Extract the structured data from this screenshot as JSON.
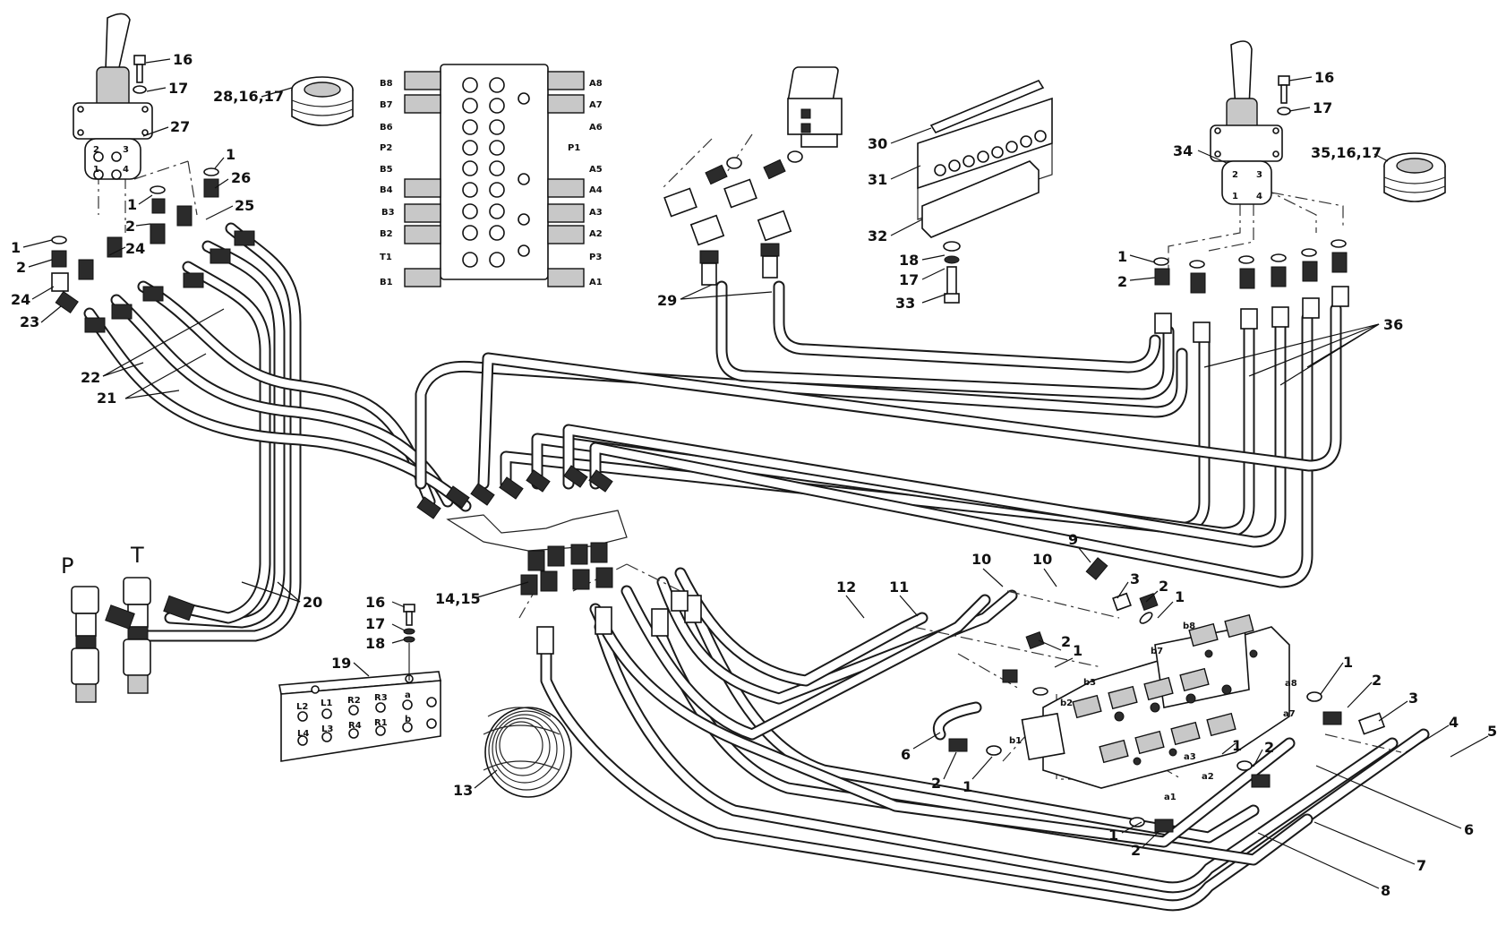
{
  "callouts": {
    "c16a": "16",
    "c17a": "17",
    "c28": "28,16,17",
    "c27": "27",
    "c1a": "1",
    "c26": "26",
    "c1b": "1",
    "c25": "25",
    "c2a": "2",
    "c1c": "1",
    "c2b": "2",
    "c24a": "24",
    "c24b": "24",
    "c23": "23",
    "c22": "22",
    "c21": "21",
    "c20": "20",
    "c29": "29",
    "c30": "30",
    "c31": "31",
    "c32": "32",
    "c18a": "18",
    "c17b": "17",
    "c33": "33",
    "c16b": "16",
    "c17c": "17",
    "c34": "34",
    "c35": "35,16,17",
    "c1d": "1",
    "c2c": "2",
    "c36": "36",
    "c14": "14,15",
    "c16c": "16",
    "c17d": "17",
    "c18b": "18",
    "c19": "19",
    "c13": "13",
    "c12": "12",
    "c11": "11",
    "c10a": "10",
    "c10b": "10",
    "c9": "9",
    "c3a": "3",
    "c2d": "2",
    "c1e": "1",
    "c2e": "2",
    "c1f": "1",
    "c6a": "6",
    "c2f": "2",
    "c1g": "1",
    "c1h": "1",
    "c2g": "2",
    "c3b": "3",
    "c4": "4",
    "c5": "5",
    "c1i": "1",
    "c2h": "2",
    "c6b": "6",
    "c7": "7",
    "c8": "8",
    "c1j": "1",
    "c2i": "2"
  },
  "ports": {
    "B8": "B8",
    "B7": "B7",
    "B6": "B6",
    "P2": "P2",
    "B5": "B5",
    "B4": "B4",
    "B3": "B3",
    "B2": "B2",
    "T1": "T1",
    "B1": "B1",
    "A8": "A8",
    "A7": "A7",
    "A6": "A6",
    "P1": "P1",
    "A5": "A5",
    "A4": "A4",
    "A3": "A3",
    "A2": "A2",
    "P3": "P3",
    "A1": "A1"
  },
  "inlets": {
    "P": "P",
    "T": "T"
  },
  "bracket_labels": [
    "L2",
    "L1",
    "R2",
    "R3",
    "a",
    "L4",
    "L3",
    "R4",
    "R1",
    "b"
  ],
  "valve_labels": [
    "b8",
    "b7",
    "b3",
    "b2",
    "b1",
    "a8",
    "a7",
    "a3",
    "a2",
    "a1"
  ],
  "colors": {
    "line": "#111111",
    "fill": "#ffffff",
    "shade": "#2b2b2b"
  }
}
